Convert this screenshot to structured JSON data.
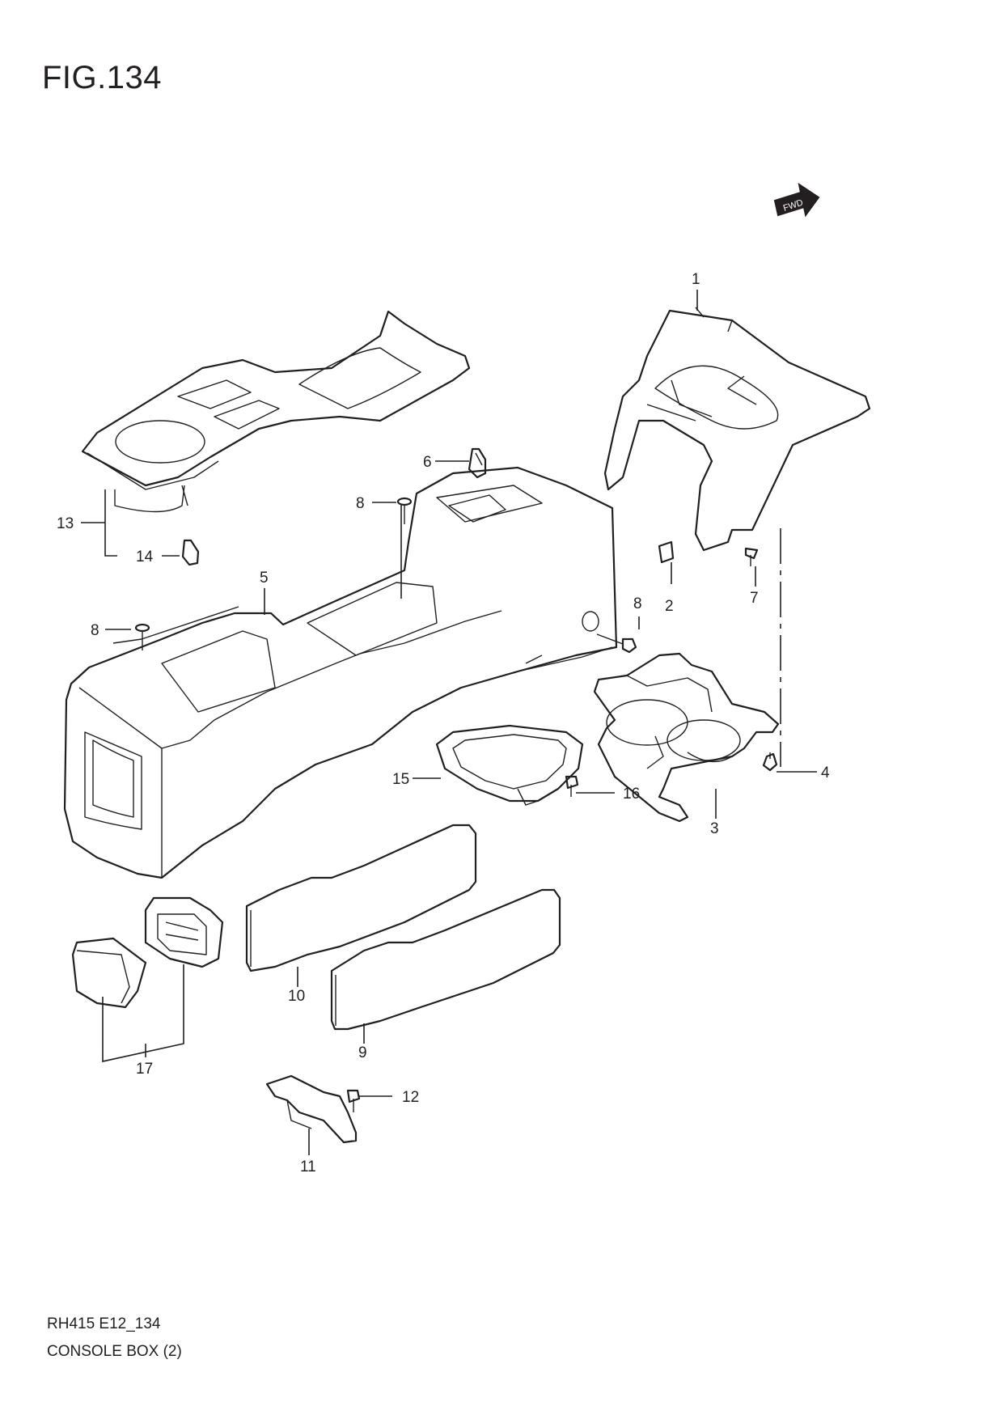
{
  "figure": {
    "title": "FIG.134"
  },
  "fwd_badge": {
    "label": "FWD"
  },
  "footer": {
    "code": "RH415 E12_134",
    "name": "CONSOLE BOX (2)"
  },
  "callouts": [
    "1",
    "2",
    "3",
    "4",
    "5",
    "6",
    "7",
    "8",
    "8",
    "8",
    "9",
    "10",
    "11",
    "12",
    "13",
    "14",
    "15",
    "16",
    "17"
  ]
}
